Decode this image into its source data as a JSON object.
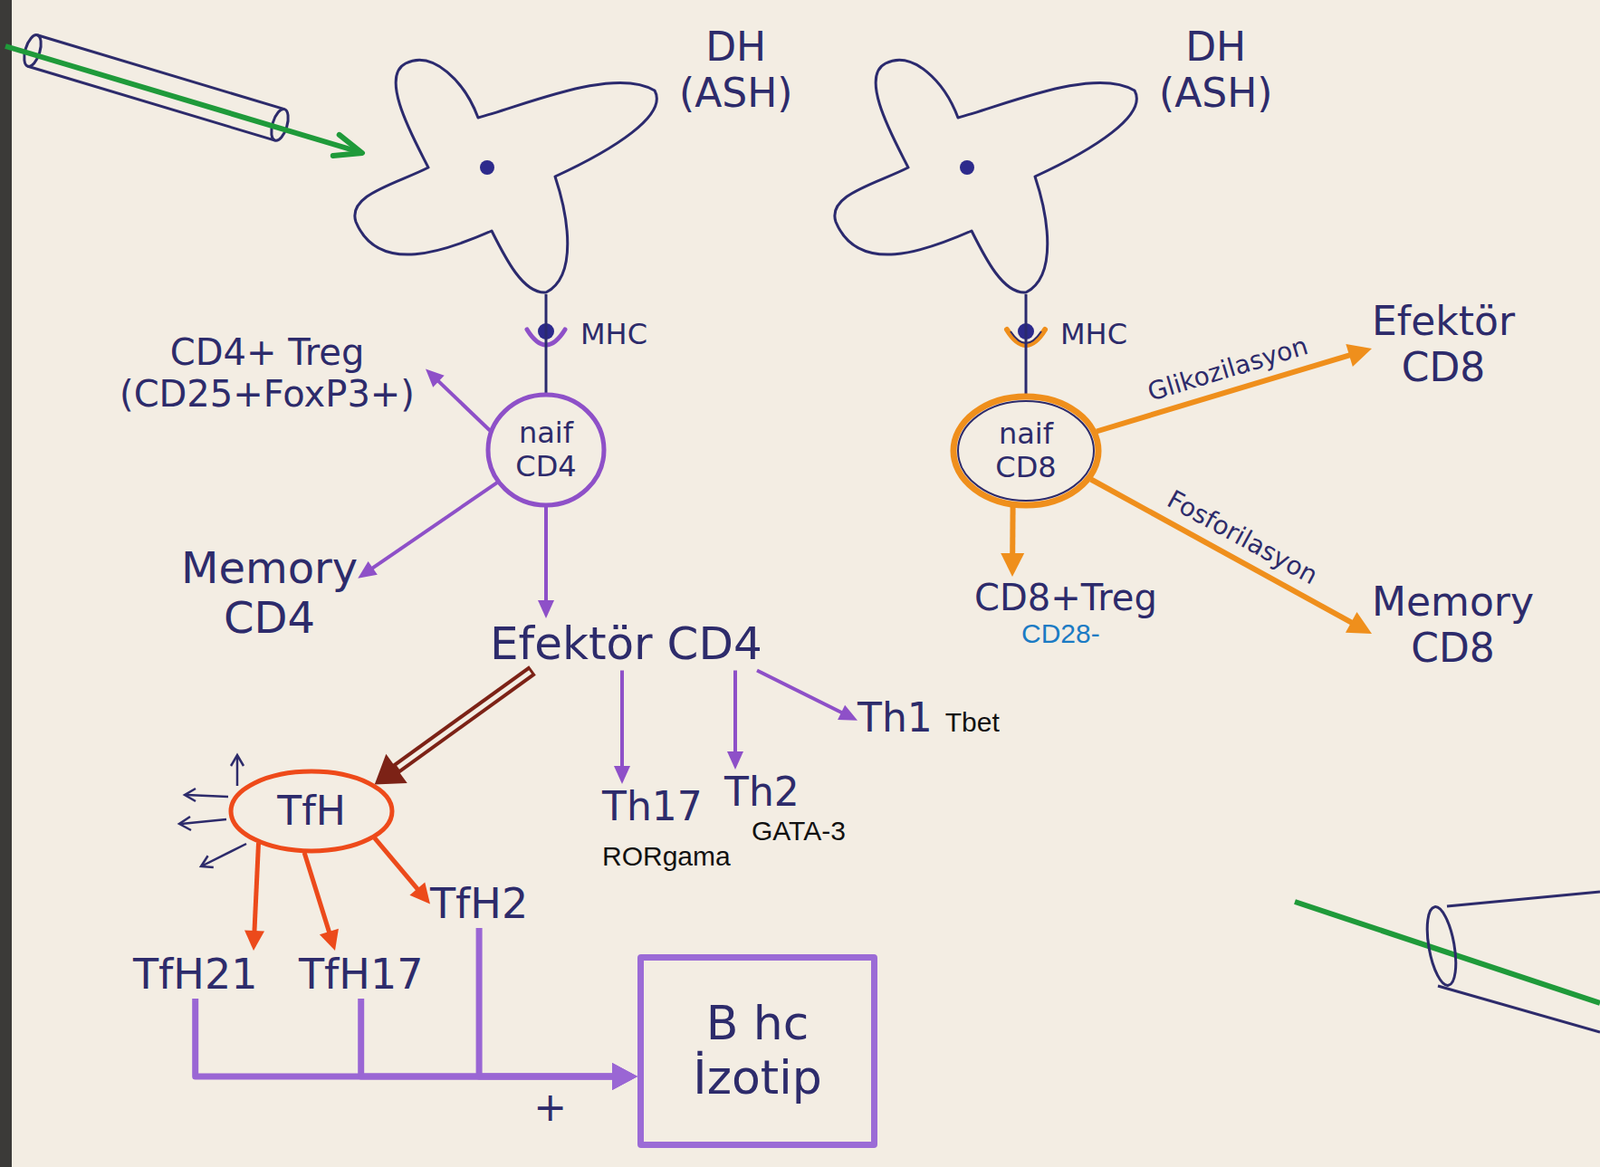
{
  "diagram": {
    "nodes": [
      {
        "text": [
          "DH (ASH)"
        ]
      },
      {
        "text": [
          "DH (ASH)"
        ]
      },
      {
        "text": [
          "CD4+ Treg (CD25+FoxP3+)"
        ]
      },
      {
        "text": [
          "naif CD4"
        ]
      },
      {
        "text": [
          "naif CD8"
        ]
      },
      {
        "text": [
          "Efektör CD8"
        ]
      },
      {
        "text": [
          "Memory CD4"
        ]
      },
      {
        "text": [
          "Efektör CD4"
        ]
      },
      {
        "text": [
          "CD8+Treg",
          "CD28-"
        ]
      },
      {
        "text": [
          "Memory CD8"
        ]
      },
      {
        "text": [
          "Th1",
          "Tbet"
        ]
      },
      {
        "text": [
          "TfH"
        ]
      },
      {
        "text": [
          "Th17",
          "RORgama"
        ]
      },
      {
        "text": [
          "Th2",
          "GATA-3"
        ]
      },
      {
        "text": [
          "TfH21"
        ]
      },
      {
        "text": [
          "TfH17"
        ]
      },
      {
        "text": [
          "TfH2"
        ]
      },
      {
        "text": [
          "B hc İzotip"
        ]
      }
    ],
    "edges": [
      {
        "from": 0,
        "to": 3,
        "arrow": "none",
        "label": "MHC"
      },
      {
        "from": 1,
        "to": 4,
        "arrow": "none",
        "label": "MHC"
      },
      {
        "from": 3,
        "to": 2,
        "arrow": "to"
      },
      {
        "from": 3,
        "to": 6,
        "arrow": "to"
      },
      {
        "from": 3,
        "to": 7,
        "arrow": "to"
      },
      {
        "from": 4,
        "to": 5,
        "arrow": "to",
        "label": "Glikozilasyon"
      },
      {
        "from": 4,
        "to": 8,
        "arrow": "to"
      },
      {
        "from": 4,
        "to": 9,
        "arrow": "to",
        "label": "Fosforilasyon"
      },
      {
        "from": 7,
        "to": 11,
        "arrow": "to"
      },
      {
        "from": 7,
        "to": 12,
        "arrow": "to"
      },
      {
        "from": 7,
        "to": 13,
        "arrow": "to"
      },
      {
        "from": 7,
        "to": 10,
        "arrow": "to"
      },
      {
        "from": 11,
        "to": 14,
        "arrow": "to"
      },
      {
        "from": 11,
        "to": 15,
        "arrow": "to"
      },
      {
        "from": 11,
        "to": 16,
        "arrow": "to"
      },
      {
        "from": 14,
        "to": 17,
        "arrow": "to"
      },
      {
        "from": 15,
        "to": 17,
        "arrow": "to"
      },
      {
        "from": 16,
        "to": 17,
        "arrow": "to",
        "label": "+"
      }
    ]
  }
}
